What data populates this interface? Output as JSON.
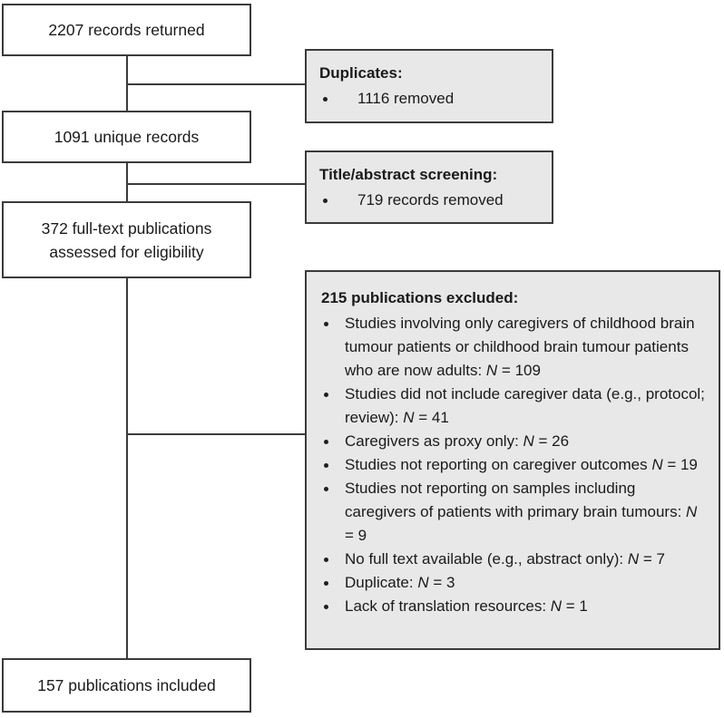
{
  "diagram": {
    "left_boxes": [
      {
        "label": "2207 records returned"
      },
      {
        "label": "1091 unique records"
      },
      {
        "label": "372 full-text publications assessed for eligibility"
      },
      {
        "label": "157 publications included"
      }
    ],
    "side_boxes": [
      {
        "title": "Duplicates:",
        "items": [
          {
            "pre": "1116 removed",
            "n": "",
            "post": ""
          }
        ]
      },
      {
        "title": "Title/abstract screening:",
        "items": [
          {
            "pre": "719 records removed",
            "n": "",
            "post": ""
          }
        ]
      },
      {
        "title": "215 publications excluded:",
        "items": [
          {
            "pre": "Studies involving only caregivers of childhood brain tumour patients or childhood brain tumour patients who are now adults: ",
            "n": "N",
            "post": " = 109"
          },
          {
            "pre": "Studies did not include caregiver data (e.g., protocol; review): ",
            "n": "N",
            "post": " = 41"
          },
          {
            "pre": "Caregivers as proxy only: ",
            "n": "N",
            "post": " = 26"
          },
          {
            "pre": "Studies not reporting on caregiver outcomes ",
            "n": "N",
            "post": " = 19"
          },
          {
            "pre": "Studies not reporting on samples including caregivers of patients with primary brain tumours: ",
            "n": "N",
            "post": " = 9"
          },
          {
            "pre": "No full text available (e.g., abstract only): ",
            "n": "N",
            "post": " = 7"
          },
          {
            "pre": "Duplicate: ",
            "n": "N",
            "post": " = 3"
          },
          {
            "pre": "Lack of translation resources: ",
            "n": "N",
            "post": " = 1"
          }
        ]
      }
    ],
    "colors": {
      "border": "#3b3b3b",
      "side_box_fill": "#e8e8e8",
      "text": "#1a1a1a"
    }
  }
}
